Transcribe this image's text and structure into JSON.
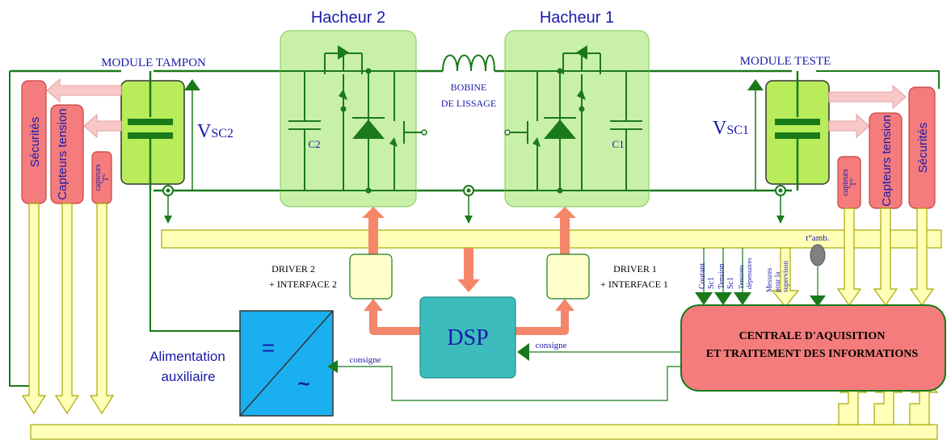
{
  "colors": {
    "wire": "#1a7a1a",
    "converter_fill": "#c9f0a8",
    "converter_stroke": "#8fcf6a",
    "module_fill": "#b8ec5a",
    "bus_fill": "#ffffb8",
    "bus_stroke": "#a8a800",
    "red_block": "#f47c7c",
    "red_stroke": "#c84040",
    "salmon_arrow": "#f4866a",
    "pink_arrow": "#f8c8c8",
    "dsp_fill": "#3cbcbc",
    "aux_fill": "#1ab0f0",
    "blue_text": "#1a1aaa",
    "sensor_fill": "#808080"
  },
  "labels": {
    "hacheur2": "Hacheur 2",
    "hacheur1": "Hacheur 1",
    "module_tampon": "MODULE TAMPON",
    "module_teste": "MODULE TESTE",
    "bobine_line1": "BOBINE",
    "bobine_line2": "DE LISSAGE",
    "vsc2_v": "V",
    "vsc2_sub": "SC2",
    "vsc1_v": "V",
    "vsc1_sub": "SC1",
    "c2": "C2",
    "c1": "C1",
    "driver2_line1": "DRIVER 2",
    "driver2_line2": "+ INTERFACE 2",
    "driver1_line1": "DRIVER 1",
    "driver1_line2": "+ INTERFACE 1",
    "dsp": "DSP",
    "aux_line1": "Alimentation",
    "aux_line2": "auxiliaire",
    "consigne_aux": "consigne",
    "consigne_dsp": "consigne",
    "central_line1": "CENTRALE D'AQUISITION",
    "central_line2": "ET TRAITEMENT DES INFORMATIONS",
    "tamb": "t°amb.",
    "aux_eq": "=",
    "aux_tilde": "~"
  },
  "left_blocks": {
    "securites": "Sécurités",
    "capteurs_tension": "Capteurs tension",
    "capteurs_temp_line1": "capteurs",
    "capteurs_temp_line2": "T°"
  },
  "right_blocks": {
    "securites": "Sécurités",
    "capteurs_tension": "Capteurs tension",
    "capteurs_temp_line1": "capteurs",
    "capteurs_temp_line2": "T°"
  },
  "measurements": [
    {
      "line1": "Courant",
      "line2": "Sc1"
    },
    {
      "line1": "Tension",
      "line2": "Sc1"
    },
    {
      "line1": "Tensions",
      "line2": "dépentaires"
    },
    {
      "line1": "Mesures",
      "line2": "pour la",
      "line3": "supervison"
    }
  ]
}
